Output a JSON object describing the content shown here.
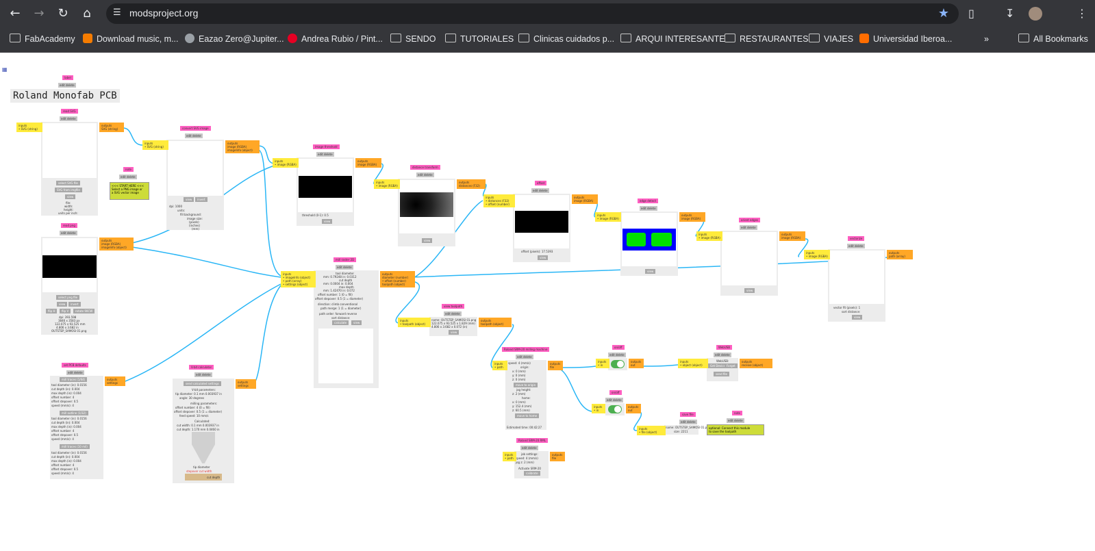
{
  "browser": {
    "url": "modsproject.org",
    "bookmarks": [
      "FabAcademy",
      "Download music, m...",
      "Eazao Zero@Jupiter...",
      "Andrea Rubio / Pint...",
      "SENDO",
      "TUTORIALES",
      "Clinicas cuidados p...",
      "ARQUI INTERESANTE",
      "RESTAURANTES",
      "VIAJES",
      "Universidad Iberoa..."
    ],
    "overflow": "»",
    "all_bookmarks": "All Bookmarks"
  },
  "program": {
    "title": "Roland Monofab PCB",
    "modules": {
      "label": {
        "title": "label",
        "edit": "edit delete"
      },
      "read_svg": {
        "title": "read SVG",
        "edit": "edit delete",
        "in": "inputs\n• SVG (string)",
        "out": "outputs\nSVG (string)",
        "b1": "select SVG file",
        "b2": "SVG from imgfile",
        "b3": "view",
        "t1": "file:",
        "t2": "width:",
        "t3": "height:",
        "t4": "units per inch:"
      },
      "note": {
        "title": "note",
        "edit": "edit delete",
        "text": "<<< START HERE <<<\nSelect a PNG image or\na SVG vector image"
      },
      "convert_svg": {
        "title": "convert SVG image",
        "edit": "edit delete",
        "in": "inputs\n• SVG (string)",
        "out": "outputs\nimage (RGBA)\nimageInfo (object)",
        "b1": "view",
        "b2": "invert",
        "t1": "dpi: 1000",
        "t2": "units:",
        "t3": "fill background:",
        "t4": "image size:",
        "t5": "(pixels)",
        "t6": "(inches)",
        "t7": "(mm)"
      },
      "read_png": {
        "title": "read png",
        "edit": "edit delete",
        "out": "outputs\nimage (RGBA)\nimageInfo (object)",
        "b1": "select png file",
        "b2": "view",
        "b3": "invert",
        "b4": "flip H",
        "b5": "flip V",
        "b6": "rotate 90CW",
        "t1": "dpi: 393.598",
        "t2": "3846 x 3583 px",
        "t3": "122.075 x 93.525 mm",
        "t4": "4.806 x 3.682 in",
        "t5": "OUTSTEP_SAMOSI 01.png"
      },
      "threshold": {
        "title": "image threshold",
        "edit": "edit delete",
        "in": "inputs\n• image (RGBA)",
        "out": "outputs\nimage (RGBA)",
        "t1": "threshold (0-1): 0.5",
        "b1": "view"
      },
      "distance": {
        "title": "distance transform",
        "edit": "edit delete",
        "in": "inputs\n• image (RGBA)",
        "out": "outputs\ndistances (F32)",
        "b1": "view"
      },
      "offset": {
        "title": "offset",
        "edit": "edit delete",
        "in": "inputs\n• distances (F32)\n• offset (number)",
        "out": "outputs\nimage (RGBA)",
        "t1": "offset (pixels): 17.5393",
        "b1": "view"
      },
      "edge": {
        "title": "edge detect",
        "edit": "edit delete",
        "in": "inputs\n• image (RGBA)",
        "out": "outputs\nimage (RGBA)",
        "b1": "view"
      },
      "orient": {
        "title": "orient edges",
        "edit": "edit delete",
        "in": "inputs\n• image (RGBA)",
        "out": "outputs\nimage (RGBA)",
        "b1": "view"
      },
      "vectorize": {
        "title": "vectorize",
        "edit": "edit delete",
        "in": "inputs\n• image (RGBA)",
        "out": "outputs\npath (array)",
        "t1": "vector fit (pixels): 1",
        "t2": "sort distance:",
        "b1": "view"
      },
      "mill": {
        "title": "mill raster 2D",
        "edit": "edit delete",
        "in": "inputs\n• imageInfo (object)\n• path (array)\n• settings (object)",
        "out": "outputs\ndiameter (number)\n• offset (number)\ntoolpath (object)",
        "t1": "tool diameter",
        "t2": "mm: 0.79248 in: 0.0312",
        "t3": "cut depth",
        "t4": "mm: 0.0004 in: 0.004",
        "t5": "max depth",
        "t6": "mm: 1.42470 in: 0.072",
        "t7": "offset number: 1  (0 = fill)",
        "t8": "offset stepover: 0.5  (1 = diameter)",
        "t9": "direction: climb  conventional",
        "t10": "path merge: 1  (1 = diameter)",
        "t11": "path order: forward  reverse",
        "t12": "sort distance:",
        "b1": "calculate",
        "b2": "view"
      },
      "view_toolpath": {
        "title": "view toolpath",
        "edit": "edit delete",
        "in": "inputs\n• toolpath (object)",
        "out": "outputs\ntoolpath (object)",
        "t1": "name: OUTSTEP_SAMOSI 01.png",
        "t2": "122.075 x 93.525 x 1.829 (mm)",
        "t3": "4.806 x 3.682 x 0.072 (in)",
        "b1": "view"
      },
      "set_pcb": {
        "title": "set PCB defaults",
        "edit": "edit delete",
        "out": "outputs\nsettings",
        "b1": "mill traces (1/64)",
        "b2": "mill outline (1/32)",
        "b3": "mill traces (10 mil)",
        "rows": [
          "tool diameter (in): 0.0156",
          "cut depth (in): 0.004",
          "max depth (in): 0.004",
          "offset number: 4",
          "offset stepover: 0.5",
          "speed (mm/s): 4"
        ]
      },
      "vbit": {
        "title": "V-bit calculator",
        "edit": "edit delete",
        "out": "outputs\nsettings",
        "b1": "send calculated settings",
        "t1": "V-bit parameters:",
        "t2": "tip diameter: 0.1  mm  0.003937 in",
        "t3": "angle: 30  degrees",
        "t4": "milling parameters:",
        "t5": "offset number: 4  (0 = fill)",
        "t6": "offset stepover: 0.5  (1 = diameter)",
        "t7": "feed speed: 10  mm/s",
        "t8": "Calculated:",
        "t9": "cut width: 0.1 mm 0.003937 in",
        "t10": "cut depth: 1.170 mm 0.0460 in",
        "t11": "tip diameter",
        "t12": "stepover  cut width",
        "t13": "cut depth"
      },
      "roland": {
        "title": "Roland SRM-20 milling machine",
        "edit": "edit delete",
        "in": "inputs\n• path",
        "out": "outputs\nfile",
        "t1": "speed: 4  (mm/s)",
        "t2": "origin:",
        "t3": "x: 0  (mm)",
        "t4": "y: 0  (mm)",
        "t5": "z: 0  (mm)",
        "b1": "move to origin",
        "t6": "jog height:",
        "t7": "z: 2  (mm)",
        "t8": "home:",
        "t9": "x: 0  (mm)",
        "t10": "y: 152.4  (mm)",
        "t11": "z: 60.5  (mm)",
        "b2": "move to home",
        "t12": "Estimated time: 00:42:27"
      },
      "roland2": {
        "title": "Roland SRM-20 RML",
        "edit": "edit delete",
        "in": "inputs\n• path",
        "out": "outputs\nfile",
        "t1": "job settings:",
        "t2": "speed: 4  (mm/s)",
        "t3": "jog z: 2  (mm)",
        "t4": "Activate SRM-20",
        "b1": "calibrate"
      },
      "onoff1": {
        "title": "on/off",
        "edit": "edit delete",
        "in": "inputs\n• in",
        "out": "outputs\nout"
      },
      "websocket": {
        "title": "WebUSB",
        "edit": "edit delete",
        "in": "inputs\n• object (object)",
        "out": "outputs\nreceive (object)",
        "t1": "WebUSB:",
        "b1": "Get Device",
        "b2": "Forget",
        "b3": "send file"
      },
      "onoff2": {
        "title": "on/off",
        "edit": "edit delete",
        "in": "inputs\n• in",
        "out": "outputs\nout"
      },
      "save": {
        "title": "save file",
        "edit": "edit delete",
        "in": "inputs\n• file (object)",
        "t1": "name: OUTSTEP_SAMOSI 01.png",
        "t2": "size: 2211"
      },
      "note2": {
        "title": "note",
        "edit": "edit delete",
        "text": "optional: Connect this module\nto save the toolpath"
      }
    }
  },
  "colors": {
    "title": "#ff5ec1",
    "input": "#ffeb3b",
    "output": "#ffa726",
    "link": "#29b6f6",
    "mod": "#ececec"
  }
}
